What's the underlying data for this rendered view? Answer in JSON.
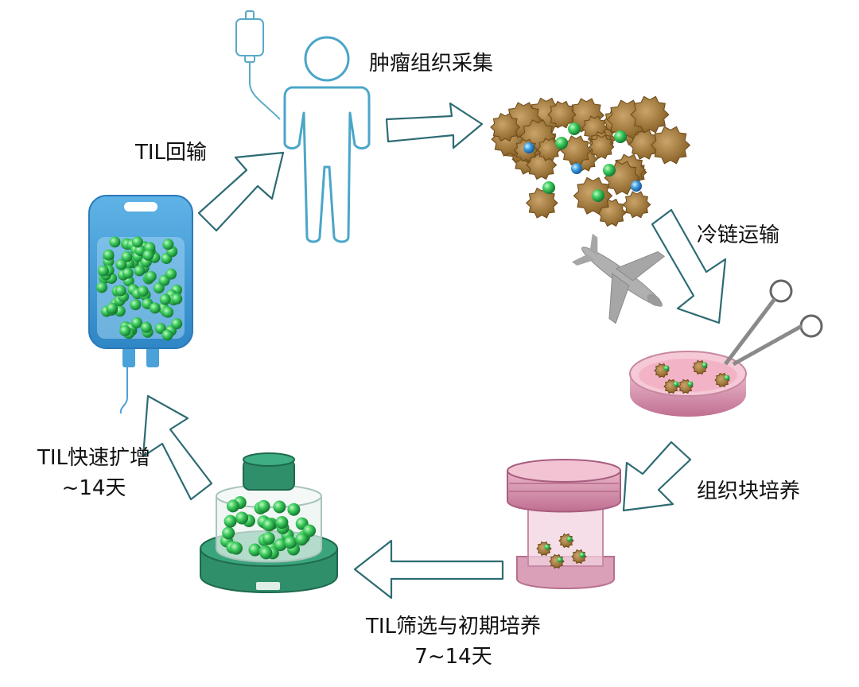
{
  "steps": {
    "tumor_collection": "肿瘤组织采集",
    "cold_chain": "冷链运输",
    "tissue_culture": "组织块培养",
    "til_screening": "TIL筛选与初期培养",
    "til_screening_days": "7~14天",
    "til_expansion": "TIL快速扩增",
    "til_expansion_days": "~14天",
    "til_infusion": "TIL回输"
  },
  "colors": {
    "arrow_stroke": "#2d6b73",
    "patient_outline": "#4aa6c8",
    "til_cell_green": "#2fbf52",
    "bag_blue": "#4aa2d8",
    "bioreactor_green": "#2f8f6a",
    "tumor_brown": "#a07a3c",
    "petri_pink": "#f0a6bd",
    "flask_pink": "#d68aa8",
    "tcell_blue": "#3a8fd0"
  },
  "icons": [
    "iv-drip-icon",
    "patient-icon",
    "tumor-tissue-icon",
    "airplane-icon",
    "scissors-icon",
    "petri-dish-icon",
    "culture-flask-icon",
    "bioreactor-icon",
    "infusion-bag-icon"
  ]
}
